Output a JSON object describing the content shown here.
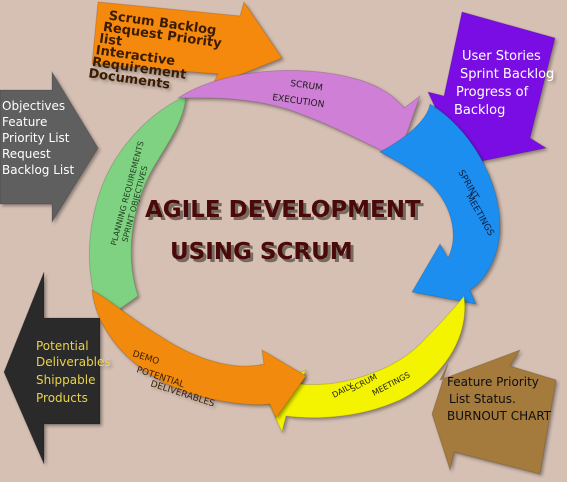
{
  "title": {
    "line1": "AGILE DEVELOPMENT",
    "line2": "USING SCRUM",
    "color": "#4a0a0a"
  },
  "cycle": [
    {
      "id": "scrum-execution",
      "lines": [
        "SCRUM",
        "EXECUTION"
      ],
      "color": "#cf7fd6"
    },
    {
      "id": "sprint-meetings",
      "lines": [
        "SPRINT",
        "MEETINGS"
      ],
      "color": "#1f8ef0"
    },
    {
      "id": "daily-scrum-meetings",
      "lines": [
        "DAILY",
        "SCRUM",
        "MEETINGS"
      ],
      "color": "#f4f400"
    },
    {
      "id": "demo-potential-deliverables",
      "lines": [
        "DEMO",
        "POTENTIAL",
        "DELIVERABLES"
      ],
      "color": "#f28a0c"
    },
    {
      "id": "planning-requirements",
      "lines": [
        "PLANNING REQUIREMENTS",
        "SPRINT OBJECTIVES"
      ],
      "color": "#7fd282"
    }
  ],
  "arrows": [
    {
      "id": "scrum-backlog",
      "lines": [
        "Scrum Backlog",
        "Request Priority",
        "list",
        "Interactive",
        "Requirement",
        "Documents"
      ],
      "color": "#f5890f",
      "text_color": "#3a1d00"
    },
    {
      "id": "user-stories",
      "lines": [
        "User Stories",
        "Sprint  Backlog",
        "Progress of",
        "Backlog"
      ],
      "color": "#7a0fe3",
      "text_color": "#ffffff"
    },
    {
      "id": "objectives",
      "lines": [
        "Objectives",
        "Feature",
        "Priority List",
        "Request",
        "Backlog List"
      ],
      "color": "#5e5e5e",
      "text_color": "#ffffff"
    },
    {
      "id": "potential-deliverables",
      "lines": [
        "Potential",
        "Deliverables",
        "Shippable",
        "Products"
      ],
      "color": "#2b2b2b",
      "text_color": "#e8d24a"
    },
    {
      "id": "feature-priority",
      "lines": [
        "Feature Priority",
        "List Status.",
        "BURNOUT CHART"
      ],
      "color": "#a47a3c",
      "text_color": "#111111"
    }
  ]
}
